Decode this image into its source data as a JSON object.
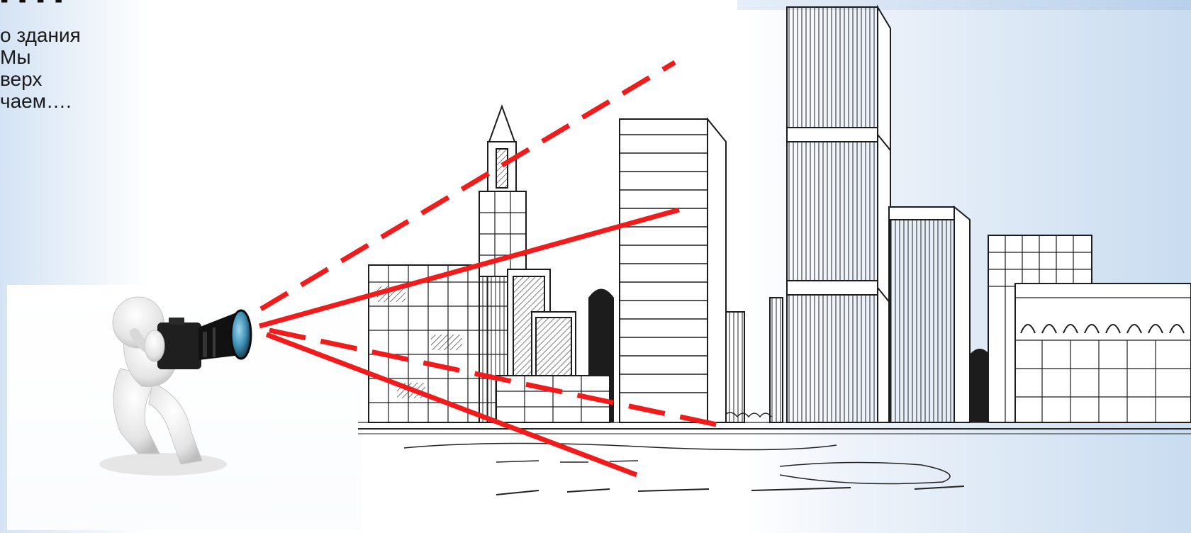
{
  "slide": {
    "title_fragment": "▪ ▪ ▪ ▪",
    "body_lines": [
      "о здания",
      "Мы",
      "верх",
      "чаем…."
    ]
  },
  "colors": {
    "sight_line": "#f21b1b",
    "ink": "#1c1c1c",
    "lens": "#4fa3c4"
  },
  "illustration": {
    "subject": "photographer-figure",
    "scene": "city-skyline-sketch",
    "lines": [
      "dashed-upper",
      "solid-upper",
      "dashed-lower",
      "solid-lower"
    ]
  }
}
